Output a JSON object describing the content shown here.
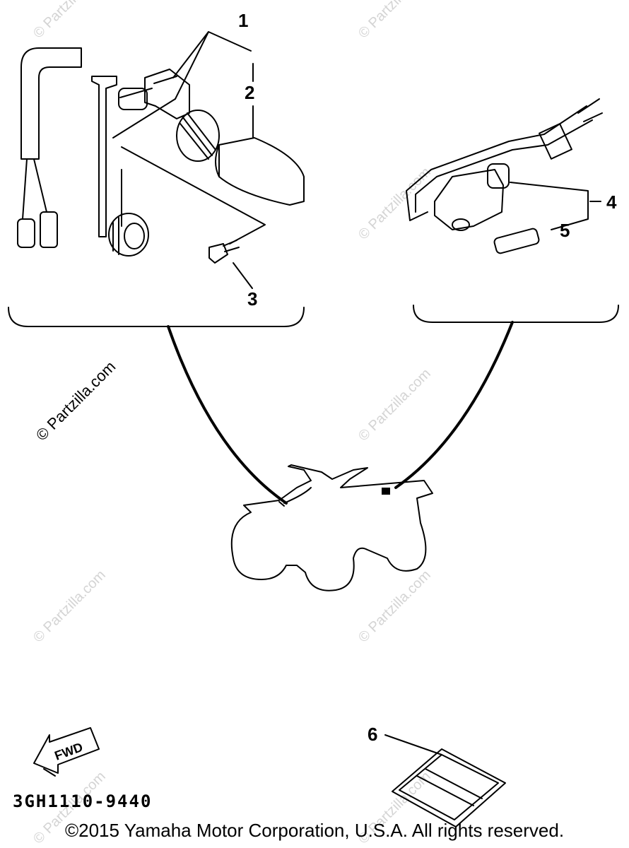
{
  "callouts": [
    "1",
    "2",
    "3",
    "4",
    "5",
    "6"
  ],
  "fwd_label": "FWD",
  "part_code": "3GH1110-9440",
  "copyright": "©2015 Yamaha Motor Corporation, U.S.A. All rights reserved.",
  "watermark": "© Partzilla.com"
}
